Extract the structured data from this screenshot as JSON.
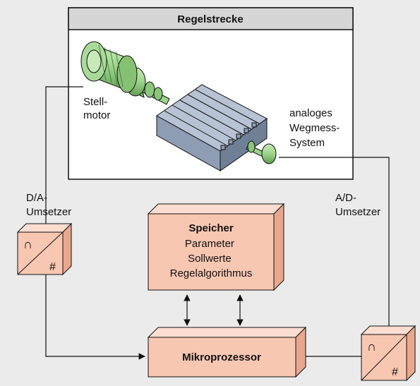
{
  "plant": {
    "title": "Regelstrecke",
    "motor_label": [
      "Stell-",
      "motor"
    ],
    "sensor_label": [
      "analoges",
      "Wegmess-",
      "System"
    ]
  },
  "converters": {
    "da_label": [
      "D/A-",
      "Umsetzer"
    ],
    "ad_label": [
      "A/D-",
      "Umsetzer"
    ],
    "analog_symbol": "∩",
    "digital_symbol": "#"
  },
  "memory": {
    "title": "Speicher",
    "lines": [
      "Parameter",
      "Sollwerte",
      "Regelalgorithmus"
    ]
  },
  "processor": {
    "title": "Mikroprozessor"
  },
  "colors": {
    "background": "#ebebeb",
    "box_front": "#f8c7b2",
    "box_top": "#fbded1",
    "box_side": "#e9a78d",
    "motor_green": "#9bd38a",
    "table_blue": "#a9b6c9",
    "line": "#111111"
  }
}
